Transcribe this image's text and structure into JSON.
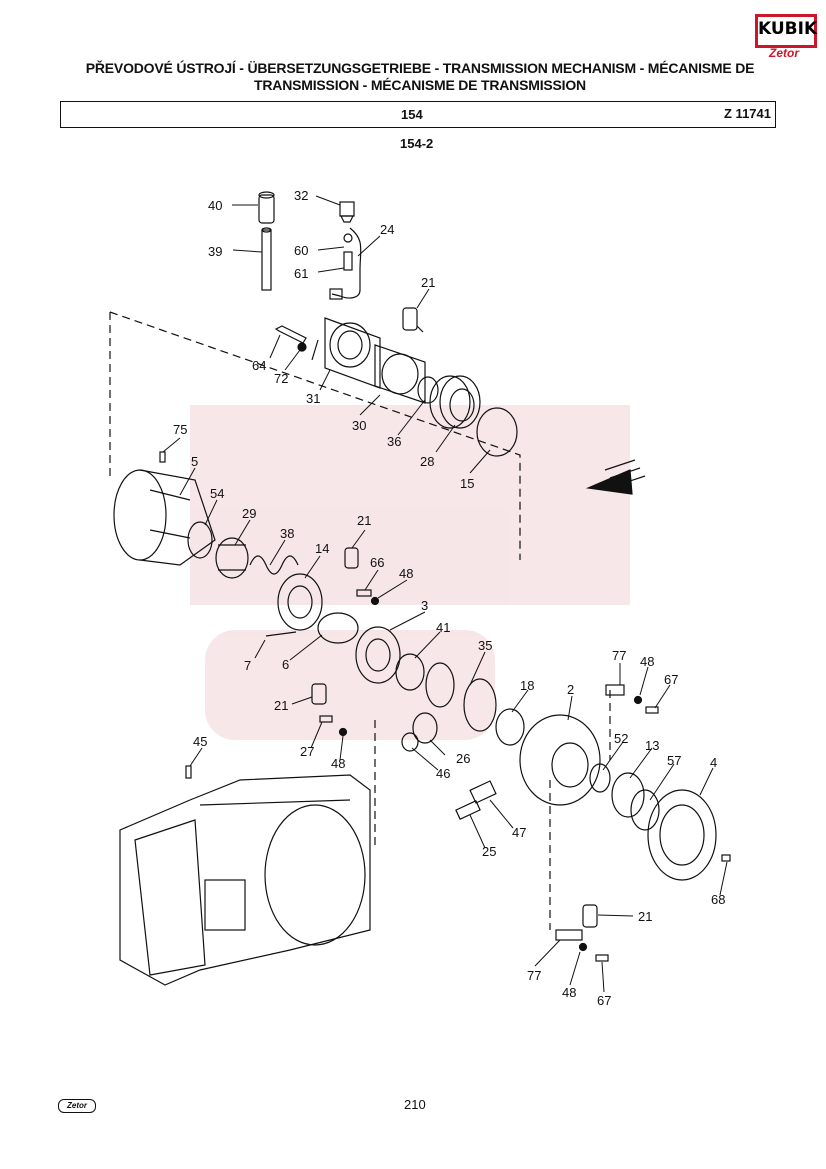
{
  "header": {
    "title_line1": "PŘEVODOVÉ ÚSTROJÍ - ÜBERSETZUNGSGETRIEBE - TRANSMISSION MECHANISM - MÉCANISME DE",
    "title_line2": "TRANSMISSION - MÉCANISME DE TRANSMISSION",
    "section": "154",
    "doc_code": "Z 11741",
    "subsection": "154-2"
  },
  "logo": {
    "brand": "KUBIK",
    "sub": "Zetor"
  },
  "footer": {
    "page": "210",
    "logo": "Zetor"
  },
  "colors": {
    "line": "#111111",
    "watermark": "#e8b9bd",
    "brand_red": "#c8182a"
  },
  "parts": {
    "p40": "40",
    "p39": "39",
    "p32": "32",
    "p60": "60",
    "p61": "61",
    "p24": "24",
    "p21a": "21",
    "p64": "64",
    "p72": "72",
    "p31": "31",
    "p30": "30",
    "p36": "36",
    "p28": "28",
    "p15": "15",
    "p75": "75",
    "p5": "5",
    "p54": "54",
    "p29": "29",
    "p38": "38",
    "p14": "14",
    "p21b": "21",
    "p66": "66",
    "p48a": "48",
    "p3": "3",
    "p7": "7",
    "p6": "6",
    "p41": "41",
    "p35": "35",
    "p77a": "77",
    "p48b": "48",
    "p67a": "67",
    "p21c": "21",
    "p18": "18",
    "p2": "2",
    "p27": "27",
    "p48c": "48",
    "p26": "26",
    "p52": "52",
    "p13": "13",
    "p57": "57",
    "p4": "4",
    "p45": "45",
    "p46": "46",
    "p47": "47",
    "p25": "25",
    "p68": "68",
    "p21d": "21",
    "p77b": "77",
    "p48d": "48",
    "p67b": "67"
  }
}
